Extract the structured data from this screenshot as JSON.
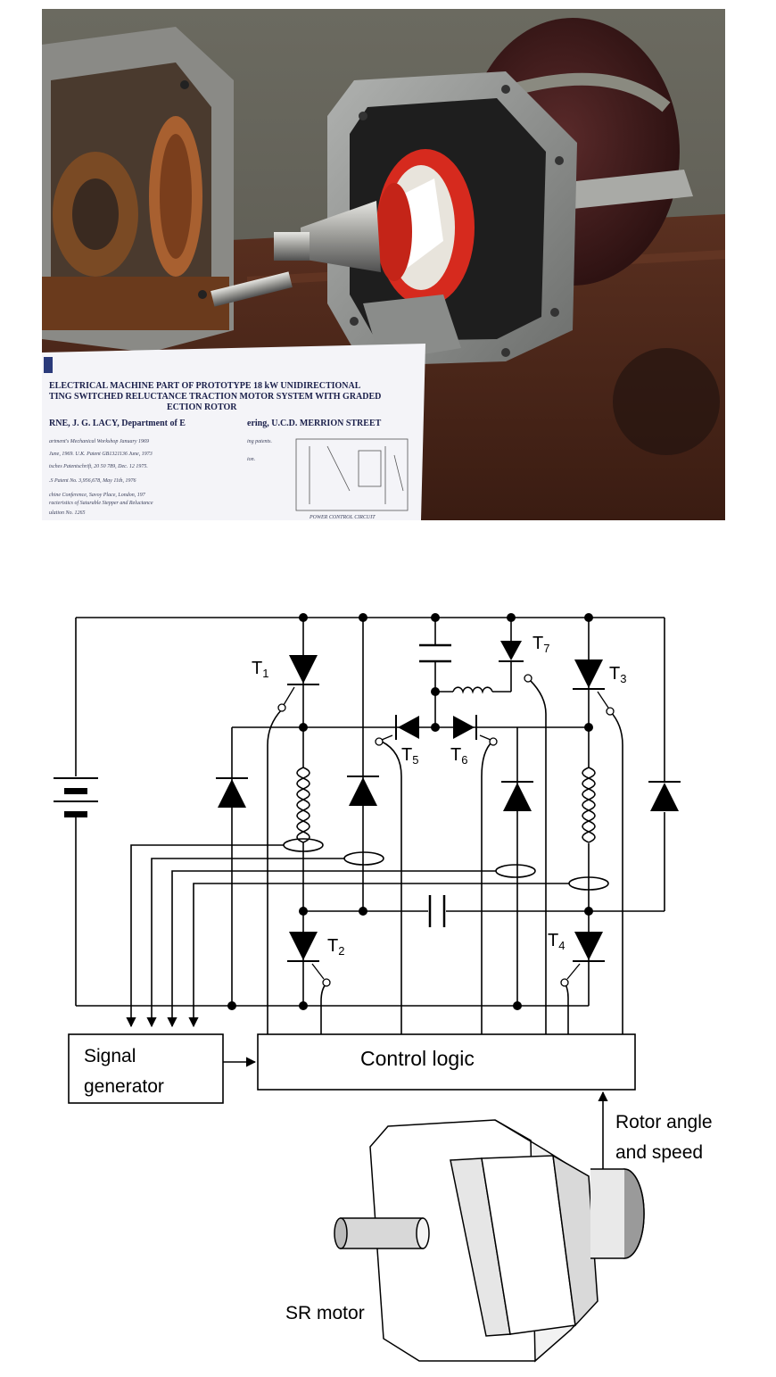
{
  "photo": {
    "plaque": {
      "title_line1": "ELECTRICAL MACHINE PART OF PROTOTYPE 18 kW UNIDIRECTIONAL",
      "title_line2": "TING SWITCHED RELUCTANCE TRACTION MOTOR SYSTEM WITH GRADED",
      "title_line3": "ECTION ROTOR",
      "authors": "RNE, J. G. LACY, Department of E",
      "authors_tail": "ering, U.C.D. MERRION STREET",
      "note1": "artment's Mechanical Workshop January 1969",
      "note2": "June, 1969. U.K. Patent GB1321136 June, 1973",
      "note3": "tsches Patentschrift, 20 50 789, Dec. 12 1975.",
      "note4": ".S Patent No. 3,956,678, May 11th, 1976",
      "note5": "chine Conference, Savoy Place, London, 197",
      "note6": "racteristics of Saturable Stepper and Reluctance",
      "note7": "ulation No. 1265",
      "figure_caption": "POWER CONTROL CIRCUIT",
      "side1": "ing patents.",
      "side2": "ion."
    }
  },
  "diagram": {
    "labels": {
      "t1": "T",
      "t1_sub": "1",
      "t2": "T",
      "t2_sub": "2",
      "t3": "T",
      "t3_sub": "3",
      "t4": "T",
      "t4_sub": "4",
      "t5": "T",
      "t5_sub": "5",
      "t6": "T",
      "t6_sub": "6",
      "t7": "T",
      "t7_sub": "7"
    },
    "signal_generator_line1": "Signal",
    "signal_generator_line2": "generator",
    "control_logic": "Control  logic",
    "rotor_line1": "Rotor angle",
    "rotor_line2": "and speed",
    "motor_label": "SR motor"
  }
}
